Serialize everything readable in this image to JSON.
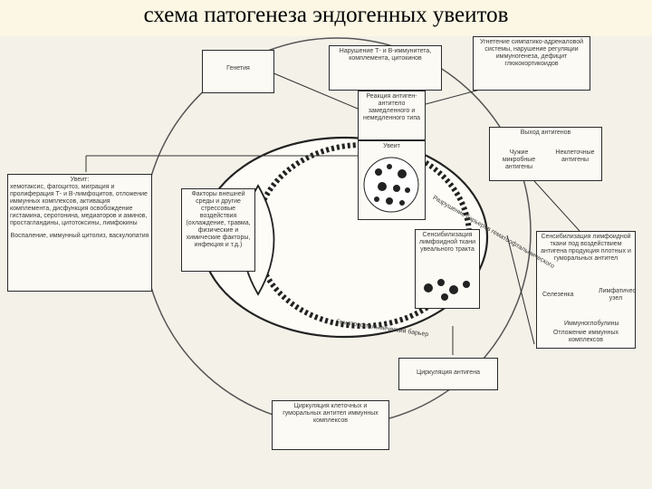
{
  "slide": {
    "title": "схема патогенеза эндогенных увеитов"
  },
  "boxes": {
    "genetics": "Генетия",
    "immune_disorder": "Нарушение Т- и В-иммунитета, комплемента, цитокинов",
    "neuro": "Угнетение симпатико-адреналовой системы, нарушение регуляции иммуногенеза, дефицит глюкокортикоидов",
    "reaction": "Реакция антиген-антитело замедленного и немедленного типа",
    "uvea_center": "Увеит",
    "antigen_release": "Выход антигенов",
    "specific_ag": "Чужие микробные антигены",
    "nonspecific_ag": "Неклеточные антигены",
    "uveitis_left_title": "Увеит:",
    "uveitis_left_body": "хемотаксис, фагоцитоз, миграция и пролиферация Т- и В-лимфоцитов, отложение иммунных комплексов, активация комплемента, дисфункция освобождение гистамина, серотонина, медиаторов и аминов, простагландины, цитотоксины, лимфокины",
    "uveitis_left_foot": "Воспаление, иммунный цитолиз, васкулопатия",
    "factors": "Факторы внешней среды и другие стрессовые воздействия (охлаждение, травма, физические и химические факторы, инфекция и т.д.)",
    "tissue": "Сенсибилизация лимфоидной ткани увеального тракта",
    "sensitization": "Сенсибилизация лимфоидной ткани под воздействием антигена продукция плотных и гуморальных антител",
    "spleen": "Селезенка",
    "lymph_node": "Лимфатический узел",
    "immunoglobulins": "Иммуноглобулины",
    "complex_deposit": "Отложение иммунных комплексов",
    "antigen_circulation": "Циркуляция антигена",
    "cell_circulation": "Циркуляция клеточных и гуморальных антител иммунных комплексов"
  },
  "labels": {
    "barrier_top": "Разрушение барьеров гематоофтальмического",
    "barrier_bottom": "Гематоофтальмический барьер"
  }
}
